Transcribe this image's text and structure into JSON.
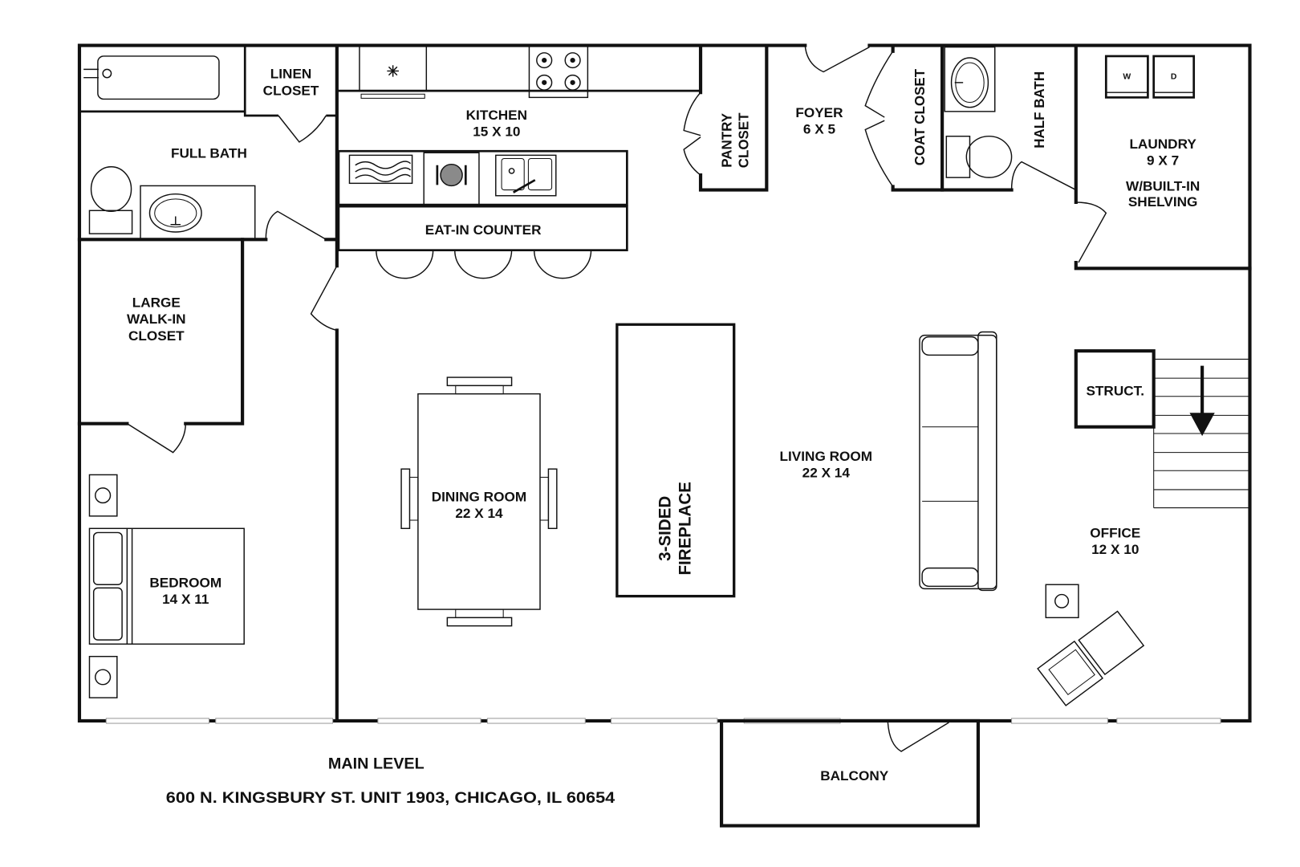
{
  "plan": {
    "title": "MAIN LEVEL",
    "address": "600 N. KINGSBURY ST. UNIT 1903, CHICAGO, IL 60654"
  },
  "rooms": {
    "full_bath": {
      "name": "FULL BATH"
    },
    "linen_closet": {
      "line1": "LINEN",
      "line2": "CLOSET"
    },
    "kitchen": {
      "name": "KITCHEN",
      "size": "15 X 10"
    },
    "pantry_closet": {
      "line1": "PANTRY",
      "line2": "CLOSET"
    },
    "foyer": {
      "name": "FOYER",
      "size": "6 X 5"
    },
    "coat_closet": {
      "name": "COAT CLOSET"
    },
    "half_bath": {
      "name": "HALF BATH"
    },
    "laundry": {
      "name": "LAUNDRY",
      "size": "9 X 7",
      "note_line1": "W/BUILT-IN",
      "note_line2": "SHELVING"
    },
    "eat_in_counter": {
      "name": "EAT-IN COUNTER"
    },
    "walk_in_closet": {
      "line1": "LARGE",
      "line2": "WALK-IN",
      "line3": "CLOSET"
    },
    "bedroom": {
      "name": "BEDROOM",
      "size": "14 X 11"
    },
    "dining_room": {
      "name": "DINING ROOM",
      "size": "22 X 14"
    },
    "fireplace": {
      "line1": "3-SIDED",
      "line2": "FIREPLACE"
    },
    "living_room": {
      "name": "LIVING ROOM",
      "size": "22 X 14"
    },
    "structural": {
      "name": "STRUCT."
    },
    "office": {
      "name": "OFFICE",
      "size": "12 X 10"
    },
    "balcony": {
      "name": "BALCONY"
    }
  },
  "appliances": {
    "washer": "W",
    "dryer": "D"
  },
  "icons": {
    "refrigerator": "asterisk-icon",
    "stairs_direction": "arrow-down-icon"
  },
  "colors": {
    "ink": "#111111",
    "window": "#9a9a9a",
    "background": "#ffffff"
  }
}
